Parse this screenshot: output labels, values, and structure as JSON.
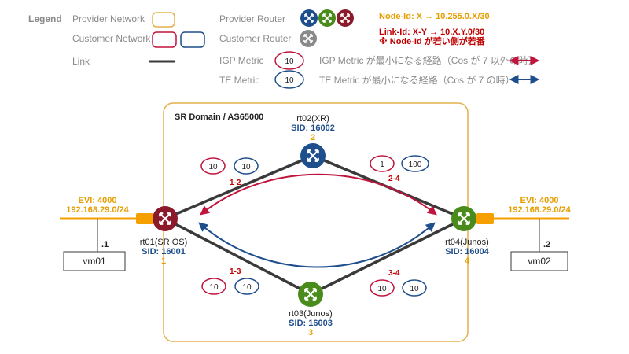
{
  "legend": {
    "title": "Legend",
    "provider_network": "Provider Network",
    "customer_network": "Customer Network",
    "link": "Link",
    "provider_router": "Provider Router",
    "customer_router": "Customer Router",
    "igp_metric": "IGP Metric",
    "te_metric": "TE Metric",
    "sample_metric": "10",
    "igp_path": "IGP Metric が最小になる経路（Cos が 7 以外の時）",
    "te_path": "TE Metric が最小になる経路（Cos が 7 の時）",
    "note_node": "Node-Id: X → 10.255.0.X/30",
    "note_link": "Link-Id: X-Y → 10.X.Y.0/30",
    "note_rule": "※ Node-Id が若い側が若番"
  },
  "domain_label": "SR Domain / AS65000",
  "routers": {
    "rt01": {
      "name": "rt01(SR OS)",
      "sid": "SID: 16001",
      "id": "1"
    },
    "rt02": {
      "name": "rt02(XR)",
      "sid": "SID: 16002",
      "id": "2"
    },
    "rt03": {
      "name": "rt03(Junos)",
      "sid": "SID: 16003",
      "id": "3"
    },
    "rt04": {
      "name": "rt04(Junos)",
      "sid": "SID: 16004",
      "id": "4"
    }
  },
  "links": {
    "l12": {
      "label": "1-2",
      "igp": "10",
      "te": "10"
    },
    "l24": {
      "label": "2-4",
      "igp": "1",
      "te": "100"
    },
    "l13": {
      "label": "1-3",
      "igp": "10",
      "te": "10"
    },
    "l34": {
      "label": "3-4",
      "igp": "10",
      "te": "10"
    }
  },
  "left_site": {
    "evi": "EVI: 4000",
    "subnet": "192.168.29.0/24",
    "host_id": ".1",
    "host": "vm01"
  },
  "right_site": {
    "evi": "EVI: 4000",
    "subnet": "192.168.29.0/24",
    "host_id": ".2",
    "host": "vm02"
  },
  "colors": {
    "provider": "#e3b04b",
    "customer_red": "#c0143c",
    "customer_blue": "#1f4e8c",
    "router_red": "#8b1a2b",
    "router_blue": "#1f4e8c",
    "router_green": "#4a8c1c",
    "router_gray": "#8a8a8a",
    "link": "#3a3a3a",
    "igp_arrow": "#c0143c",
    "te_arrow": "#1f4e8c",
    "orange": "#f5a000"
  }
}
